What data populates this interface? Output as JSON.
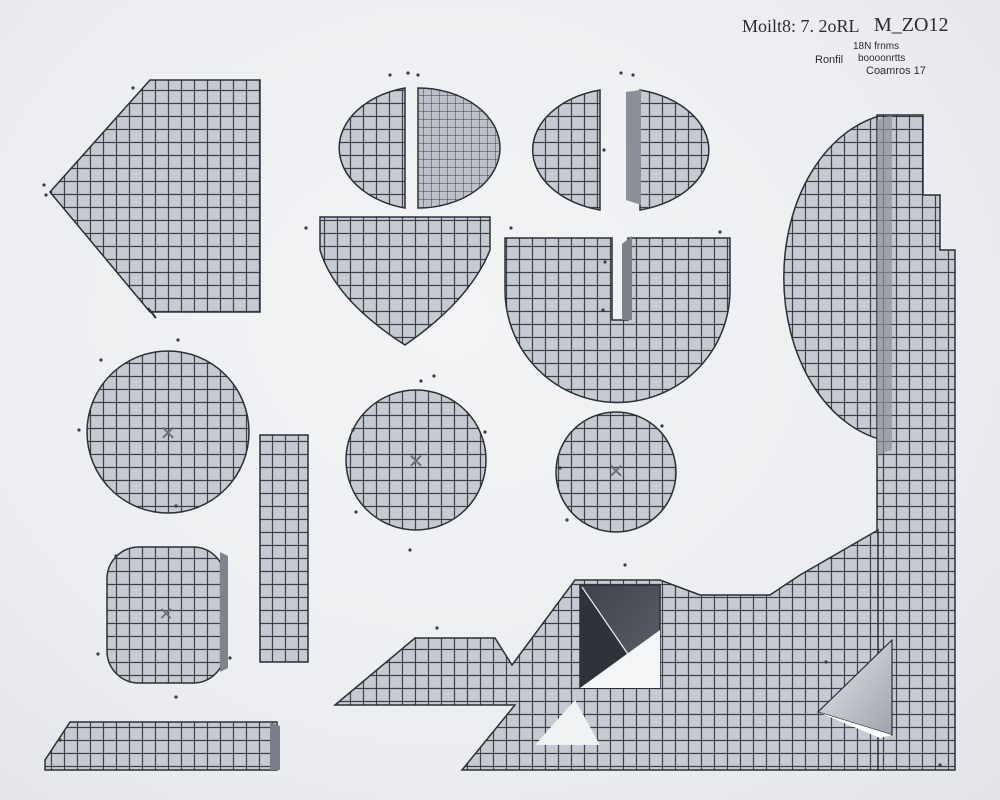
{
  "header": {
    "code_left": "Moilt8: 7. 2oRL",
    "code_right": "M_ZO12",
    "line1": "18N  frnms",
    "line2_left": "Ronfil",
    "line2_right": "boooonrtts",
    "line3": "Coamros  17"
  },
  "colors": {
    "background": "#eceef1",
    "tile_fill": "#b3b8c0",
    "grout": "#2c2f35",
    "highlight": "#ffffff",
    "dark_panel": "#4a4d54"
  }
}
